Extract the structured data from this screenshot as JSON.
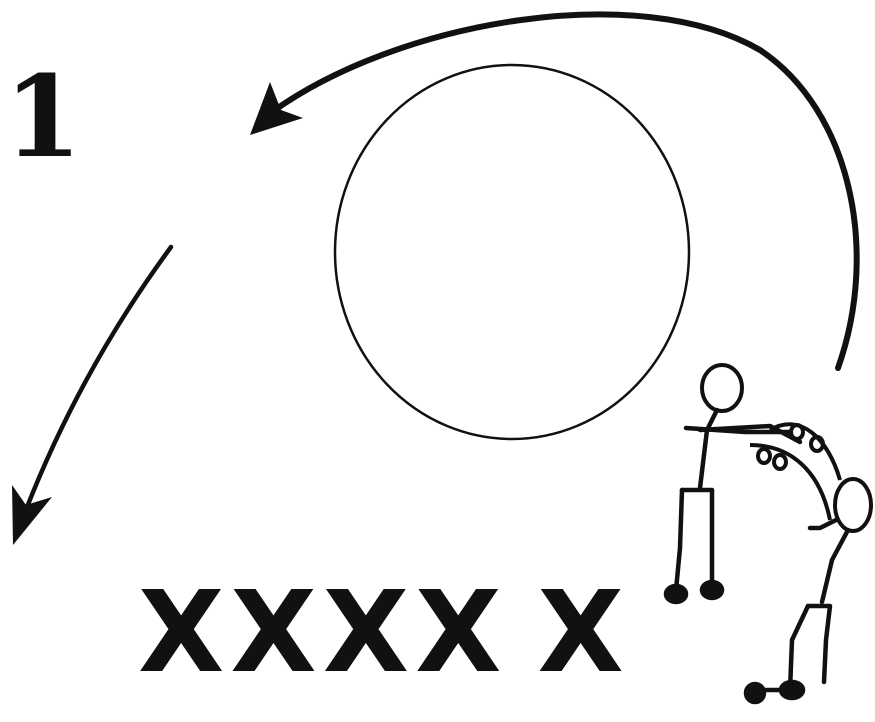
{
  "figure": {
    "number_label": "1"
  },
  "markers": {
    "symbol": "X",
    "count": 5
  },
  "colors": {
    "ink": "#111111",
    "background": "#ffffff"
  }
}
